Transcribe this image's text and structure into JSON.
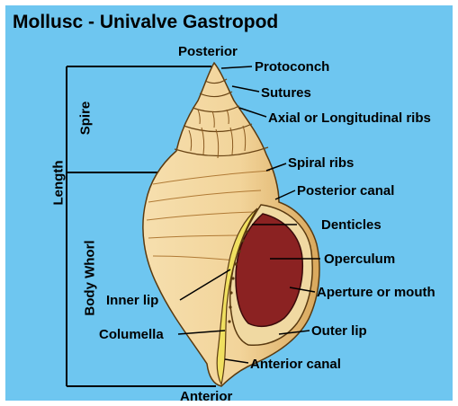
{
  "title": "Mollusc - Univalve Gastropod",
  "orientation": {
    "top": "Posterior",
    "bottom": "Anterior"
  },
  "dimensions": {
    "total": "Length",
    "upper": "Spire",
    "lower": "Body Whorl"
  },
  "labels": {
    "protoconch": "Protoconch",
    "sutures": "Sutures",
    "axial_ribs": "Axial or Longitudinal ribs",
    "spiral_ribs": "Spiral ribs",
    "posterior_canal": "Posterior canal",
    "denticles": "Denticles",
    "operculum": "Operculum",
    "aperture": "Aperture or mouth",
    "inner_lip": "Inner lip",
    "outer_lip": "Outer lip",
    "columella": "Columella",
    "anterior_canal": "Anterior canal"
  },
  "colors": {
    "background": "#6ec6f0",
    "shell": "#f2d49a",
    "shell_shade": "#d9a85c",
    "operculum": "#8b2222",
    "lip": "#f0e060"
  }
}
